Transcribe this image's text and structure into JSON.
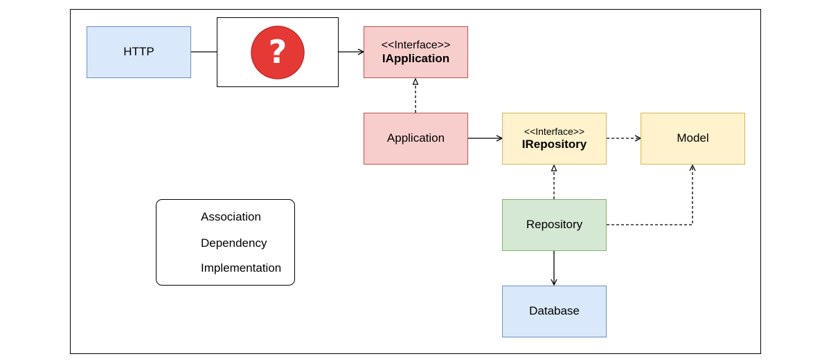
{
  "nodes": {
    "http": {
      "label": "HTTP"
    },
    "unknown": {
      "symbol": "?",
      "icon": "question-mark-icon",
      "color": "#e53935"
    },
    "iapplication": {
      "stereotype": "<<Interface>>",
      "name": "IApplication"
    },
    "application": {
      "label": "Application"
    },
    "irepository": {
      "stereotype": "<<Interface>>",
      "name": "IRepository"
    },
    "model": {
      "label": "Model"
    },
    "repository": {
      "label": "Repository"
    },
    "database": {
      "label": "Database"
    }
  },
  "legend": {
    "association": "Association",
    "dependency": "Dependency",
    "implementation": "Implementation"
  },
  "edges": [
    {
      "from": "http",
      "to": "unknown",
      "kind": "line"
    },
    {
      "from": "unknown",
      "to": "iapplication",
      "kind": "association"
    },
    {
      "from": "application",
      "to": "iapplication",
      "kind": "implementation"
    },
    {
      "from": "application",
      "to": "irepository",
      "kind": "association"
    },
    {
      "from": "irepository",
      "to": "model",
      "kind": "dependency"
    },
    {
      "from": "repository",
      "to": "irepository",
      "kind": "implementation"
    },
    {
      "from": "repository",
      "to": "model",
      "kind": "dependency"
    },
    {
      "from": "repository",
      "to": "database",
      "kind": "association"
    }
  ],
  "colors": {
    "blue_fill": "#dae8fc",
    "blue_stroke": "#6c8ebf",
    "red_fill": "#f8cecc",
    "red_stroke": "#b85450",
    "yellow_fill": "#fff2cc",
    "yellow_stroke": "#d6b656",
    "green_fill": "#d5e8d4",
    "green_stroke": "#82b366"
  }
}
